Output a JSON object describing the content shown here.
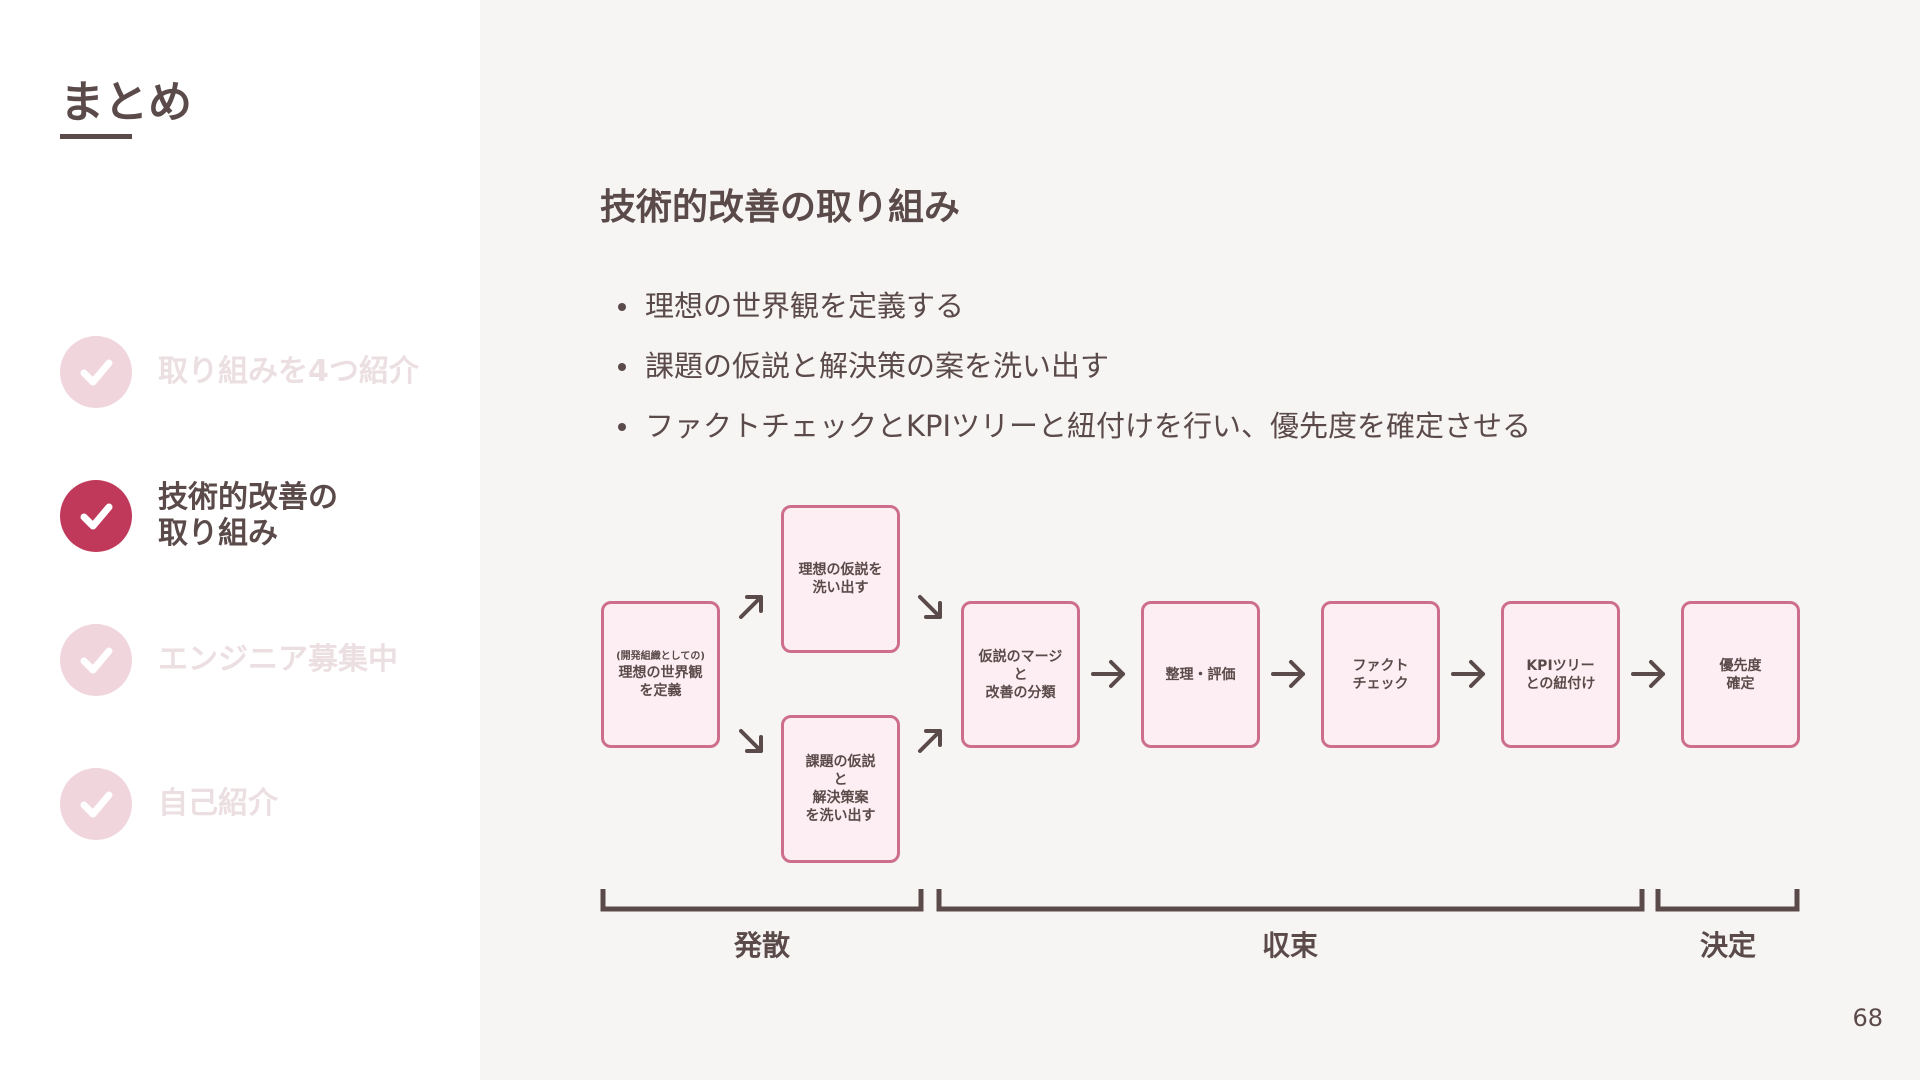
{
  "sidebar": {
    "title": "まとめ",
    "items": [
      {
        "label": "取り組みを4つ紹介",
        "active": false
      },
      {
        "label": "技術的改善の\n取り組み",
        "active": true
      },
      {
        "label": "エンジニア募集中",
        "active": false
      },
      {
        "label": "自己紹介",
        "active": false
      }
    ]
  },
  "main": {
    "section_title": "技術的改善の取り組み",
    "bullets": [
      "理想の世界観を定義する",
      "課題の仮説と解決策の案を洗い出す",
      "ファクトチェックとKPIツリーと紐付けを行い、優先度を確定させる"
    ]
  },
  "diagram": {
    "nodes": {
      "define": {
        "note": "(開発組織としての)",
        "lines": [
          "理想の世界観",
          "を定義"
        ]
      },
      "ideal_hypothesis": {
        "lines": [
          "理想の仮説を",
          "洗い出す"
        ]
      },
      "issue_hypothesis": {
        "lines": [
          "課題の仮説",
          "と",
          "解決策案",
          "を洗い出す"
        ]
      },
      "merge": {
        "lines": [
          "仮説のマージ",
          "と",
          "改善の分類"
        ]
      },
      "organize": {
        "lines": [
          "整理・評価"
        ]
      },
      "fact_check": {
        "lines": [
          "ファクト",
          "チェック"
        ]
      },
      "kpi": {
        "lines": [
          "KPIツリー",
          "との紐付け"
        ]
      },
      "priority": {
        "lines": [
          "優先度",
          "確定"
        ]
      }
    },
    "phases": [
      "発散",
      "収束",
      "決定"
    ],
    "colors": {
      "box_fill": "#fdeef3",
      "box_border": "#cc6e8c",
      "ink": "#5b4a4a"
    }
  },
  "page_number": "68"
}
